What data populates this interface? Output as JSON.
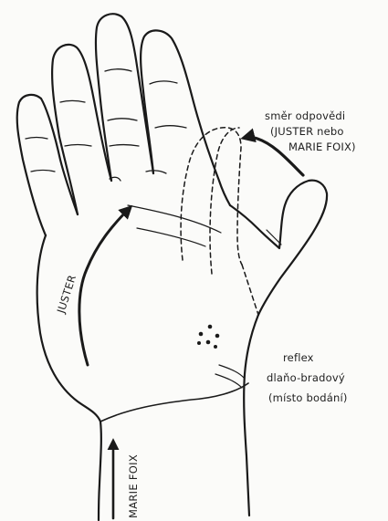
{
  "labels": {
    "response_direction": {
      "line1": "směr odpovědi",
      "line2": "(JUSTER nebo",
      "line3": "MARIE FOIX)"
    },
    "reflex": {
      "line1": "reflex",
      "line2": "dlaňo-bradový",
      "line3": "(místo bodání)"
    },
    "juster_arrow": "JUSTER",
    "marie_foix_arrow": "MARIE FOIX"
  },
  "colors": {
    "ink": "#1a1a1a",
    "paper": "#fbfbf9"
  }
}
